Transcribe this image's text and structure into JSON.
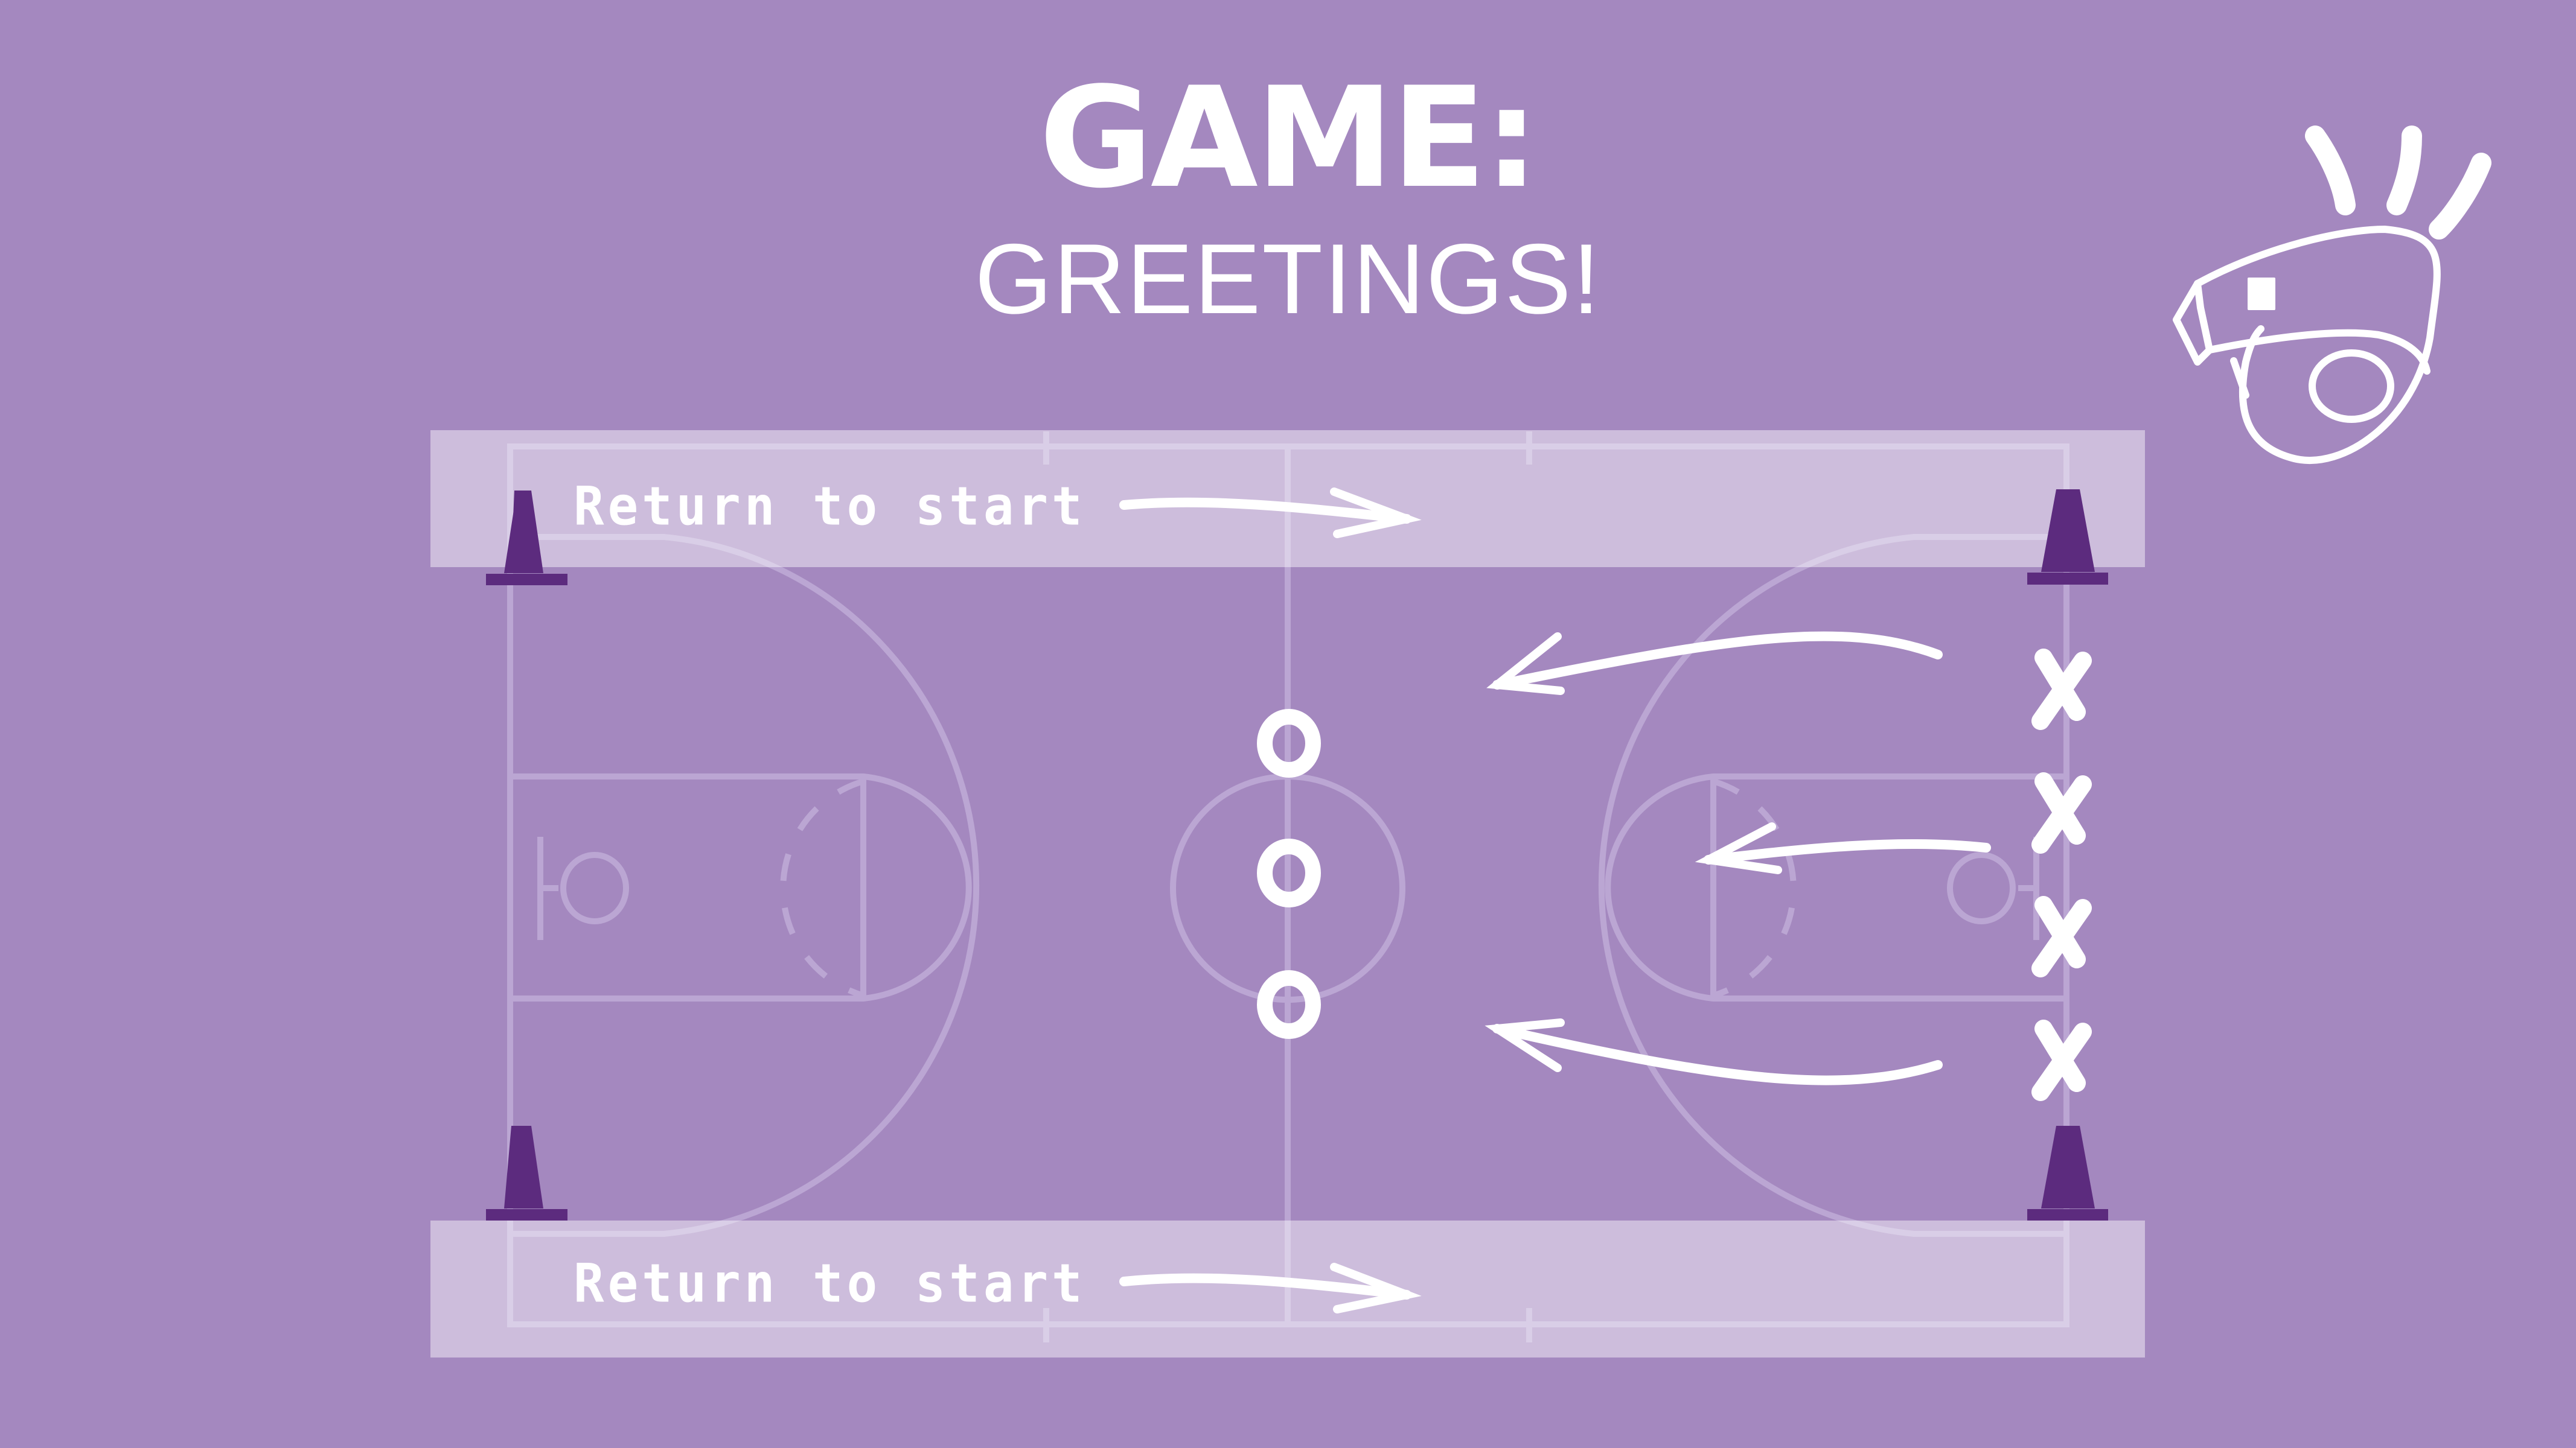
{
  "title": {
    "line1": "GAME:",
    "line2": "GREETINGS!"
  },
  "bands": {
    "top": {
      "label": "Return to start"
    },
    "bottom": {
      "label": "Return to start"
    }
  },
  "players": {
    "team_o": {
      "symbol": "O",
      "count": 3
    },
    "team_x": {
      "symbol": "X",
      "count": 4
    }
  },
  "markers": {
    "o1": "O",
    "o2": "O",
    "o3": "O",
    "x1": "X",
    "x2": "X",
    "x3": "X",
    "x4": "X"
  },
  "icons": {
    "whistle": "whistle-icon",
    "cone": "cone-icon",
    "arrow": "arrow-icon"
  },
  "colors": {
    "background": "#a488bf",
    "band": "#cbbcdc",
    "court_line": "#bba6d3",
    "cone": "#5c2b7e",
    "chalk": "#ffffff"
  }
}
